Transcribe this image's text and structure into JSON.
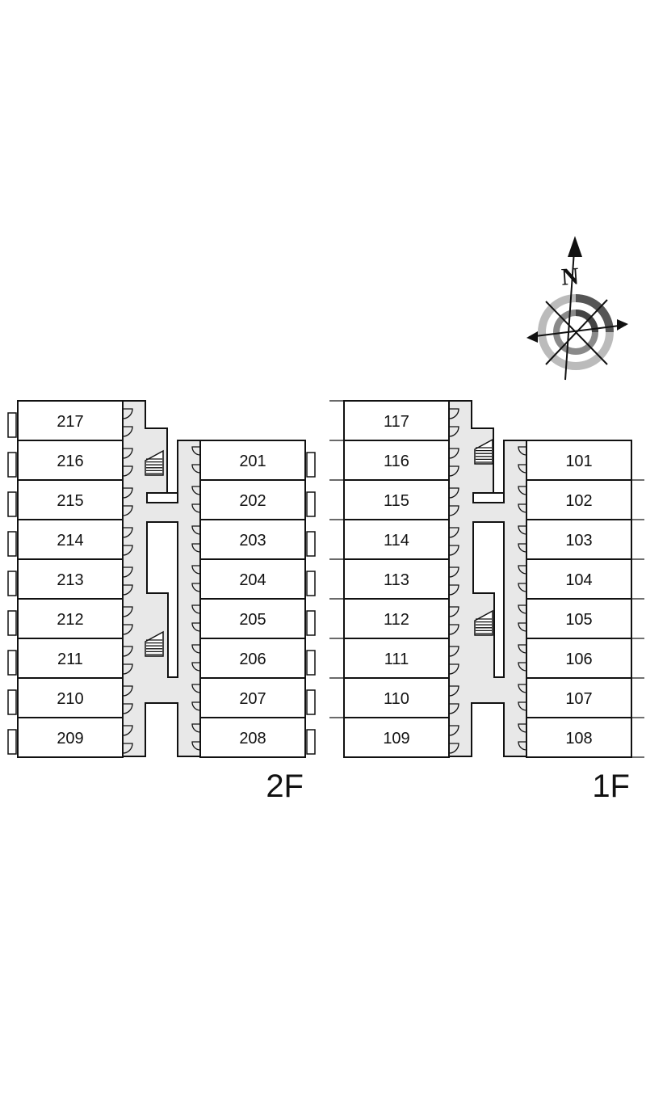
{
  "compass": {
    "north_label": "N",
    "icon": "compass-rose-icon"
  },
  "floors": [
    {
      "id": "2F",
      "label": "2F",
      "west_column": [
        "217",
        "216",
        "215",
        "214",
        "213",
        "212",
        "211",
        "210",
        "209"
      ],
      "east_column": [
        "201",
        "202",
        "203",
        "204",
        "205",
        "206",
        "207",
        "208"
      ]
    },
    {
      "id": "1F",
      "label": "1F",
      "west_column": [
        "117",
        "116",
        "115",
        "114",
        "113",
        "112",
        "111",
        "110",
        "109"
      ],
      "east_column": [
        "101",
        "102",
        "103",
        "104",
        "105",
        "106",
        "107",
        "108"
      ]
    }
  ],
  "colors": {
    "walls": "#111111",
    "corridor": "#e8e8e8",
    "background": "#ffffff",
    "compass_ring": "#999999"
  }
}
